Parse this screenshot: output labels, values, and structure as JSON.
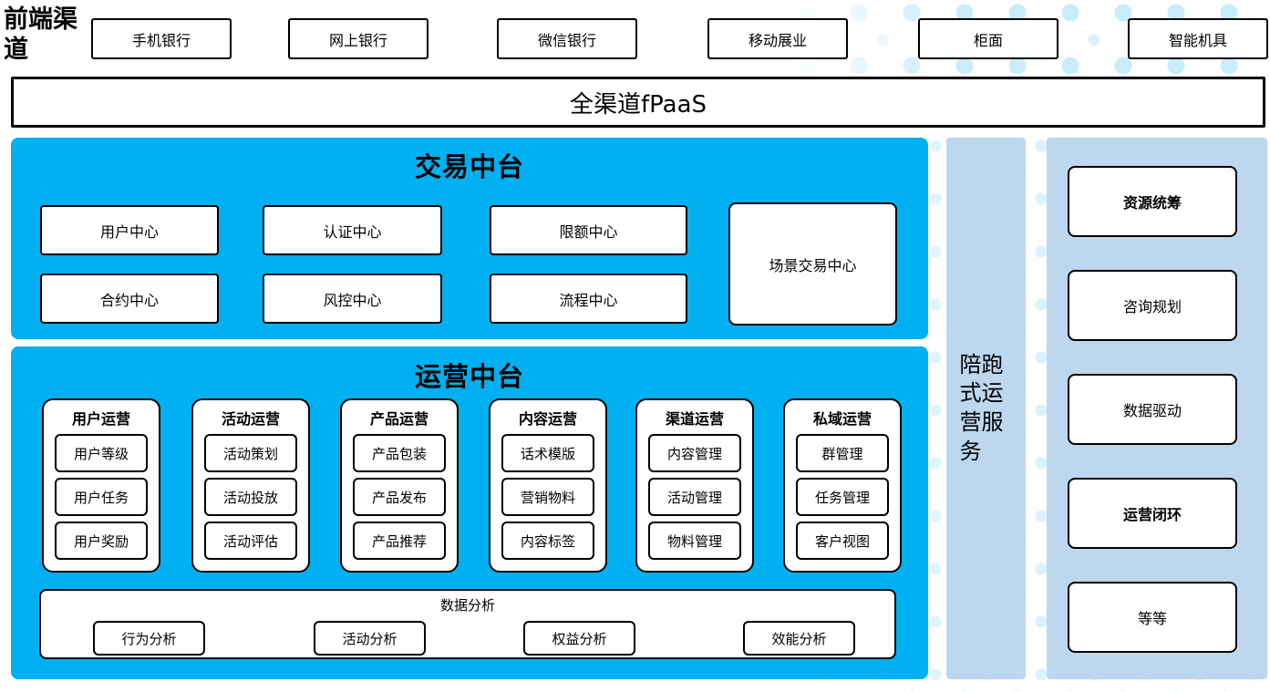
{
  "colors": {
    "platform_cyan": "#00B0F0",
    "service_light_blue": "#BDD7EE",
    "dot_pattern": "#C9ECFB",
    "box_border": "#000000"
  },
  "front_channels": {
    "label": "前端渠道",
    "items": [
      "手机银行",
      "网上银行",
      "微信银行",
      "移动展业",
      "柜面",
      "智能机具"
    ]
  },
  "fpaas_bar": {
    "label": "全渠道fPaaS"
  },
  "transaction_platform": {
    "title": "交易中台",
    "centers": [
      "用户中心",
      "认证中心",
      "限额中心",
      "合约中心",
      "风控中心",
      "流程中心"
    ],
    "tall_center": "场景交易中心"
  },
  "operation_platform": {
    "title": "运营中台",
    "groups": [
      {
        "title": "用户运营",
        "items": [
          "用户等级",
          "用户任务",
          "用户奖励"
        ]
      },
      {
        "title": "活动运营",
        "items": [
          "活动策划",
          "活动投放",
          "活动评估"
        ]
      },
      {
        "title": "产品运营",
        "items": [
          "产品包装",
          "产品发布",
          "产品推荐"
        ]
      },
      {
        "title": "内容运营",
        "items": [
          "话术模版",
          "营销物料",
          "内容标签"
        ]
      },
      {
        "title": "渠道运营",
        "items": [
          "内容管理",
          "活动管理",
          "物料管理"
        ]
      },
      {
        "title": "私域运营",
        "items": [
          "群管理",
          "任务管理",
          "客户视图"
        ]
      }
    ],
    "data_analysis": {
      "title": "数据分析",
      "items": [
        "行为分析",
        "活动分析",
        "权益分析",
        "效能分析"
      ]
    }
  },
  "side_service": {
    "label": "陪跑式运营服务"
  },
  "service_items": [
    {
      "label": "资源统筹",
      "bold": true
    },
    {
      "label": "咨询规划",
      "bold": false
    },
    {
      "label": "数据驱动",
      "bold": false
    },
    {
      "label": "运营闭环",
      "bold": true
    },
    {
      "label": "等等",
      "bold": false
    }
  ]
}
